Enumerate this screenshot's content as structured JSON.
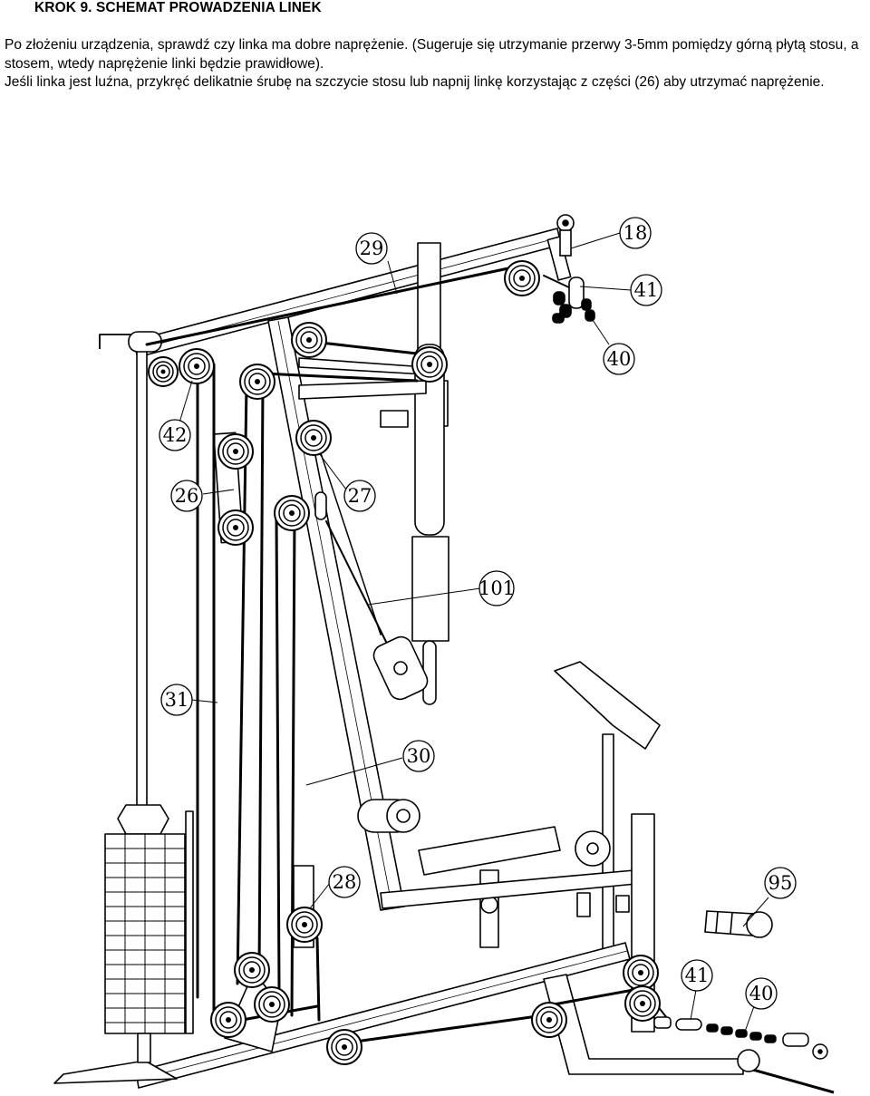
{
  "step_title": "KROK 9. SCHEMAT PROWADZENIA LINEK",
  "paragraph_1": "Po złożeniu urządzenia, sprawdź czy linka ma dobre naprężenie. (Sugeruje się utrzymanie przerwy 3-5mm pomiędzy górną płytą stosu, a stosem, wtedy naprężenie linki będzie prawidłowe).",
  "paragraph_2": "Jeśli linka jest luźna, przykręć delikatnie śrubę na szczycie stosu lub napnij linkę korzystając z części (26) aby utrzymać naprężenie.",
  "callouts": {
    "c18": "18",
    "c29": "29",
    "c41_top": "41",
    "c40_top": "40",
    "c42": "42",
    "c26": "26",
    "c27": "27",
    "c101": "101",
    "c31": "31",
    "c30": "30",
    "c28": "28",
    "c95": "95",
    "c41_bottom": "41",
    "c40_bottom": "40"
  }
}
